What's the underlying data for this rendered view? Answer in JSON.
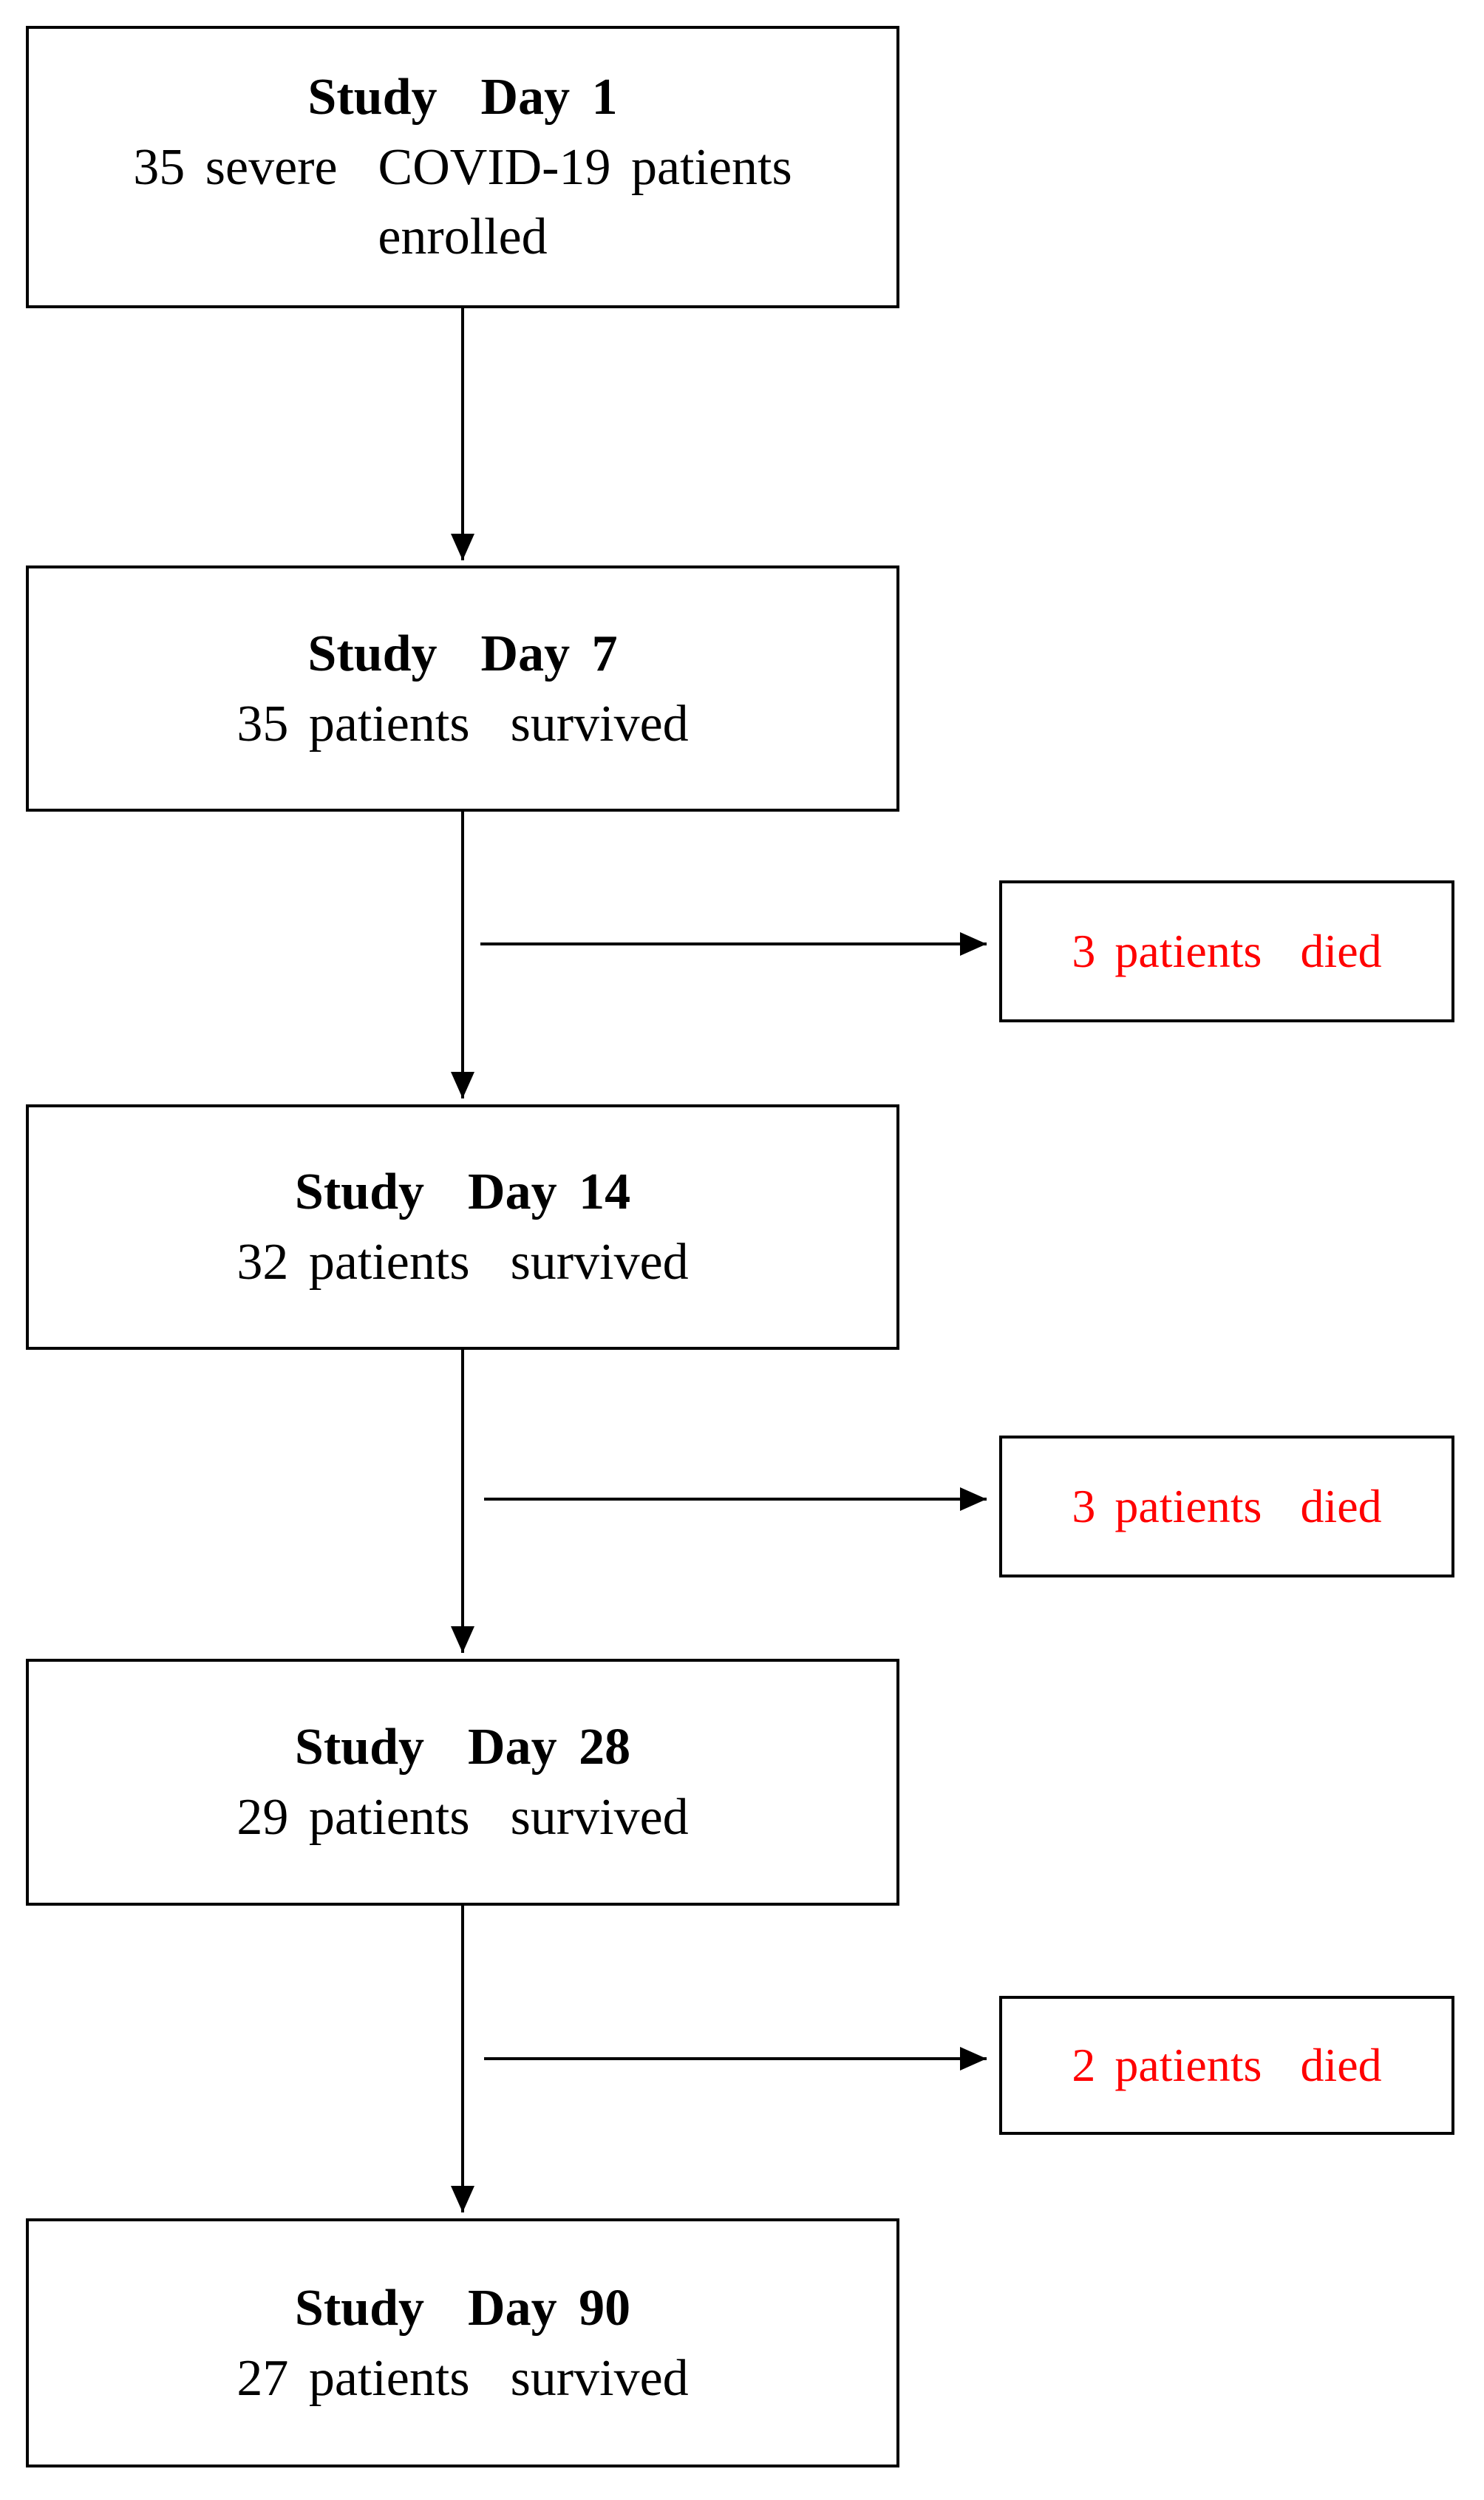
{
  "stages": [
    {
      "title": "Study  Day 1",
      "lines": [
        "35 severe  COVID-19 patients",
        "enrolled"
      ]
    },
    {
      "title": "Study  Day 7",
      "lines": [
        "35 patients  survived"
      ]
    },
    {
      "title": "Study  Day 14",
      "lines": [
        "32 patients  survived"
      ]
    },
    {
      "title": "Study  Day 28",
      "lines": [
        "29 patients  survived"
      ]
    },
    {
      "title": "Study  Day 90",
      "lines": [
        "27 patients  survived"
      ]
    }
  ],
  "deaths": [
    {
      "label": "3 patients  died"
    },
    {
      "label": "3 patients  died"
    },
    {
      "label": "2 patients  died"
    }
  ],
  "colors": {
    "death_text": "#ff0000",
    "lines": "#000000"
  }
}
